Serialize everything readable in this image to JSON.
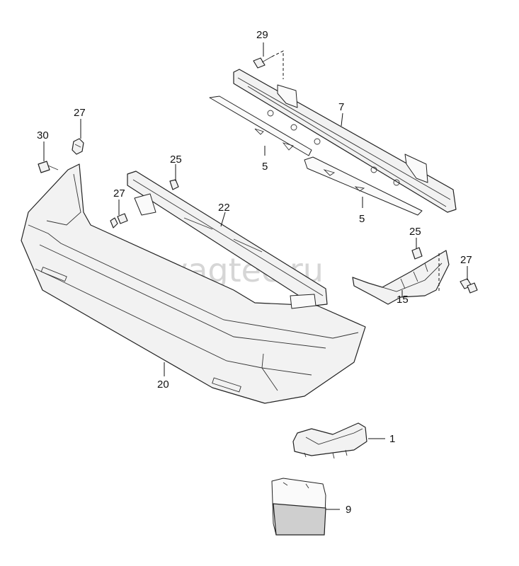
{
  "watermark": "vagtec.ru",
  "callouts": {
    "p29": "29",
    "p7": "7",
    "p5a": "5",
    "p5b": "5",
    "p27a": "27",
    "p30": "30",
    "p25a": "25",
    "p27b": "27",
    "p22": "22",
    "p25b": "25",
    "p27c": "27",
    "p15": "15",
    "p20": "20",
    "p1": "1",
    "p9": "9"
  }
}
